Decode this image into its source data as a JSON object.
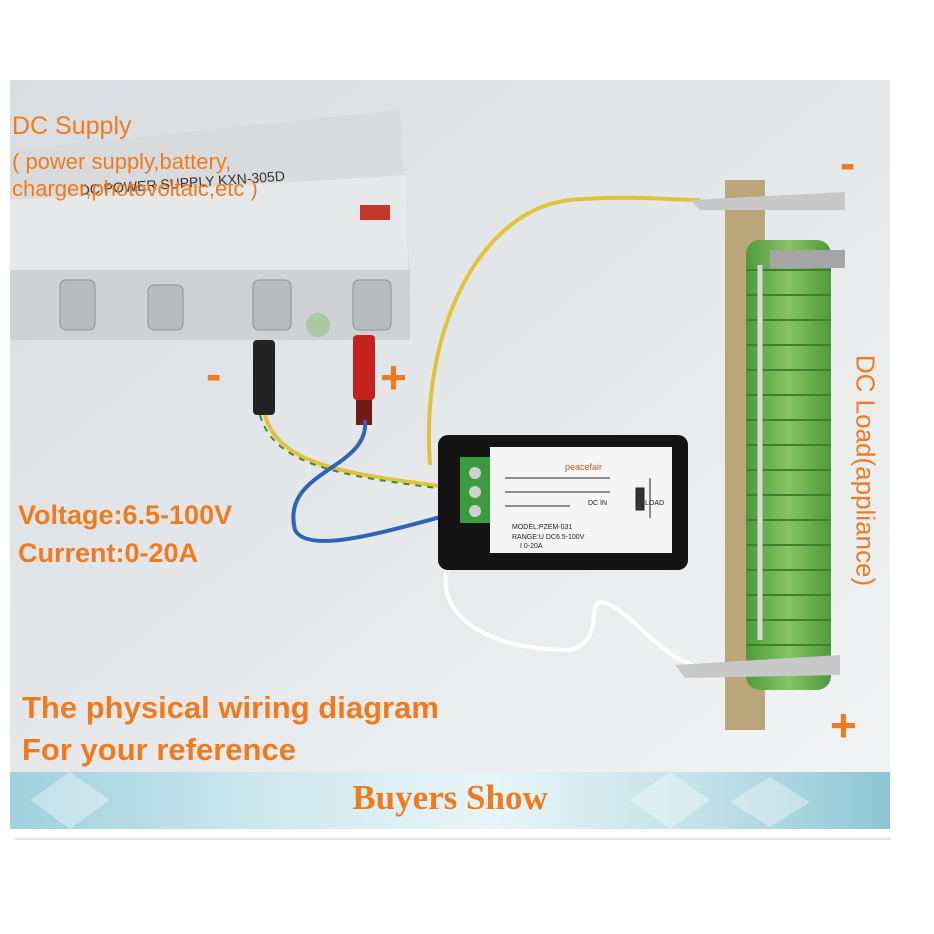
{
  "supply": {
    "title": "DC Supply",
    "desc": "( power supply,battery,\ncharger,photovoltaic,etc )",
    "unit_label": "DC POWER SUPPLY  KXN-305D"
  },
  "polarity": {
    "minus": "-",
    "plus": "+"
  },
  "specs": {
    "voltage": "Voltage:6.5-100V",
    "current": "Current:0-20A"
  },
  "reference": {
    "line1": "The physical wiring diagram",
    "line2": "For your reference"
  },
  "load_label": "DC Load(appliance)",
  "meter": {
    "brand": "peacefair",
    "model": "MODEL:PZEM-031",
    "range1": "RANGE:U DC6.5-100V",
    "range2": "I 0-20A",
    "dc_in": "DC IN",
    "load": "LOAD"
  },
  "banner": {
    "title": "Buyers Show"
  },
  "colors": {
    "accent": "#f07a1e",
    "wire_yellow": "#e2c23a",
    "wire_blue": "#2f63b8",
    "resistor": "#6bb04a"
  }
}
